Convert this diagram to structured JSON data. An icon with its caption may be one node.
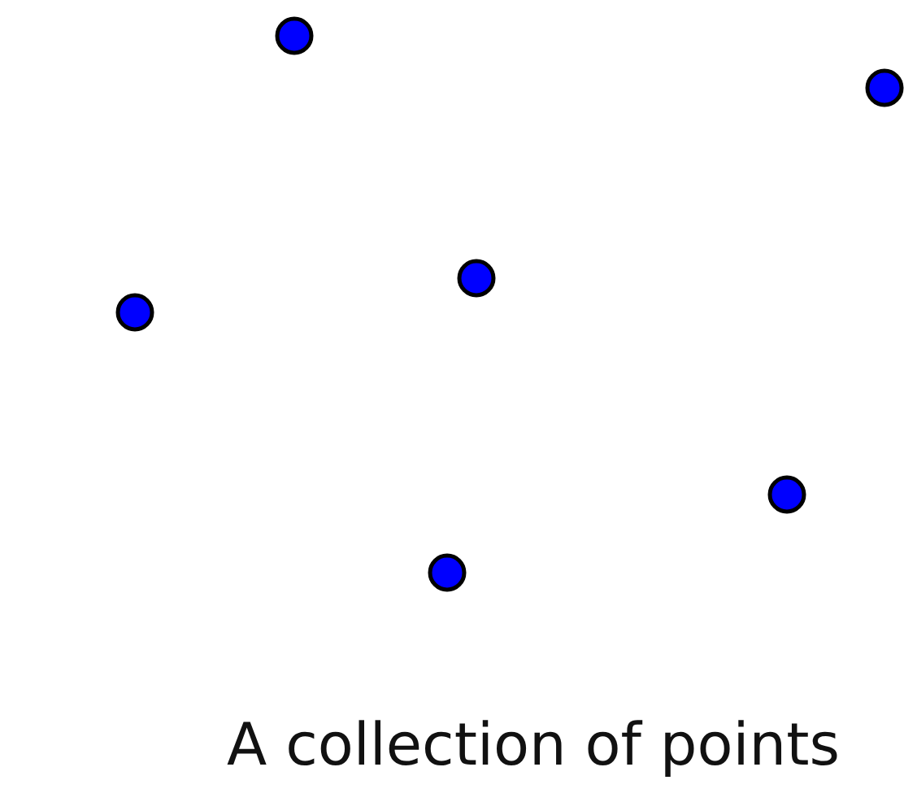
{
  "diagram": {
    "caption": "A collection of points",
    "nodes": [
      {
        "text": [],
        "shape": "circle"
      },
      {
        "text": [],
        "shape": "circle"
      },
      {
        "text": [],
        "shape": "circle"
      },
      {
        "text": [],
        "shape": "circle"
      },
      {
        "text": [],
        "shape": "circle"
      },
      {
        "text": [],
        "shape": "circle"
      }
    ]
  }
}
